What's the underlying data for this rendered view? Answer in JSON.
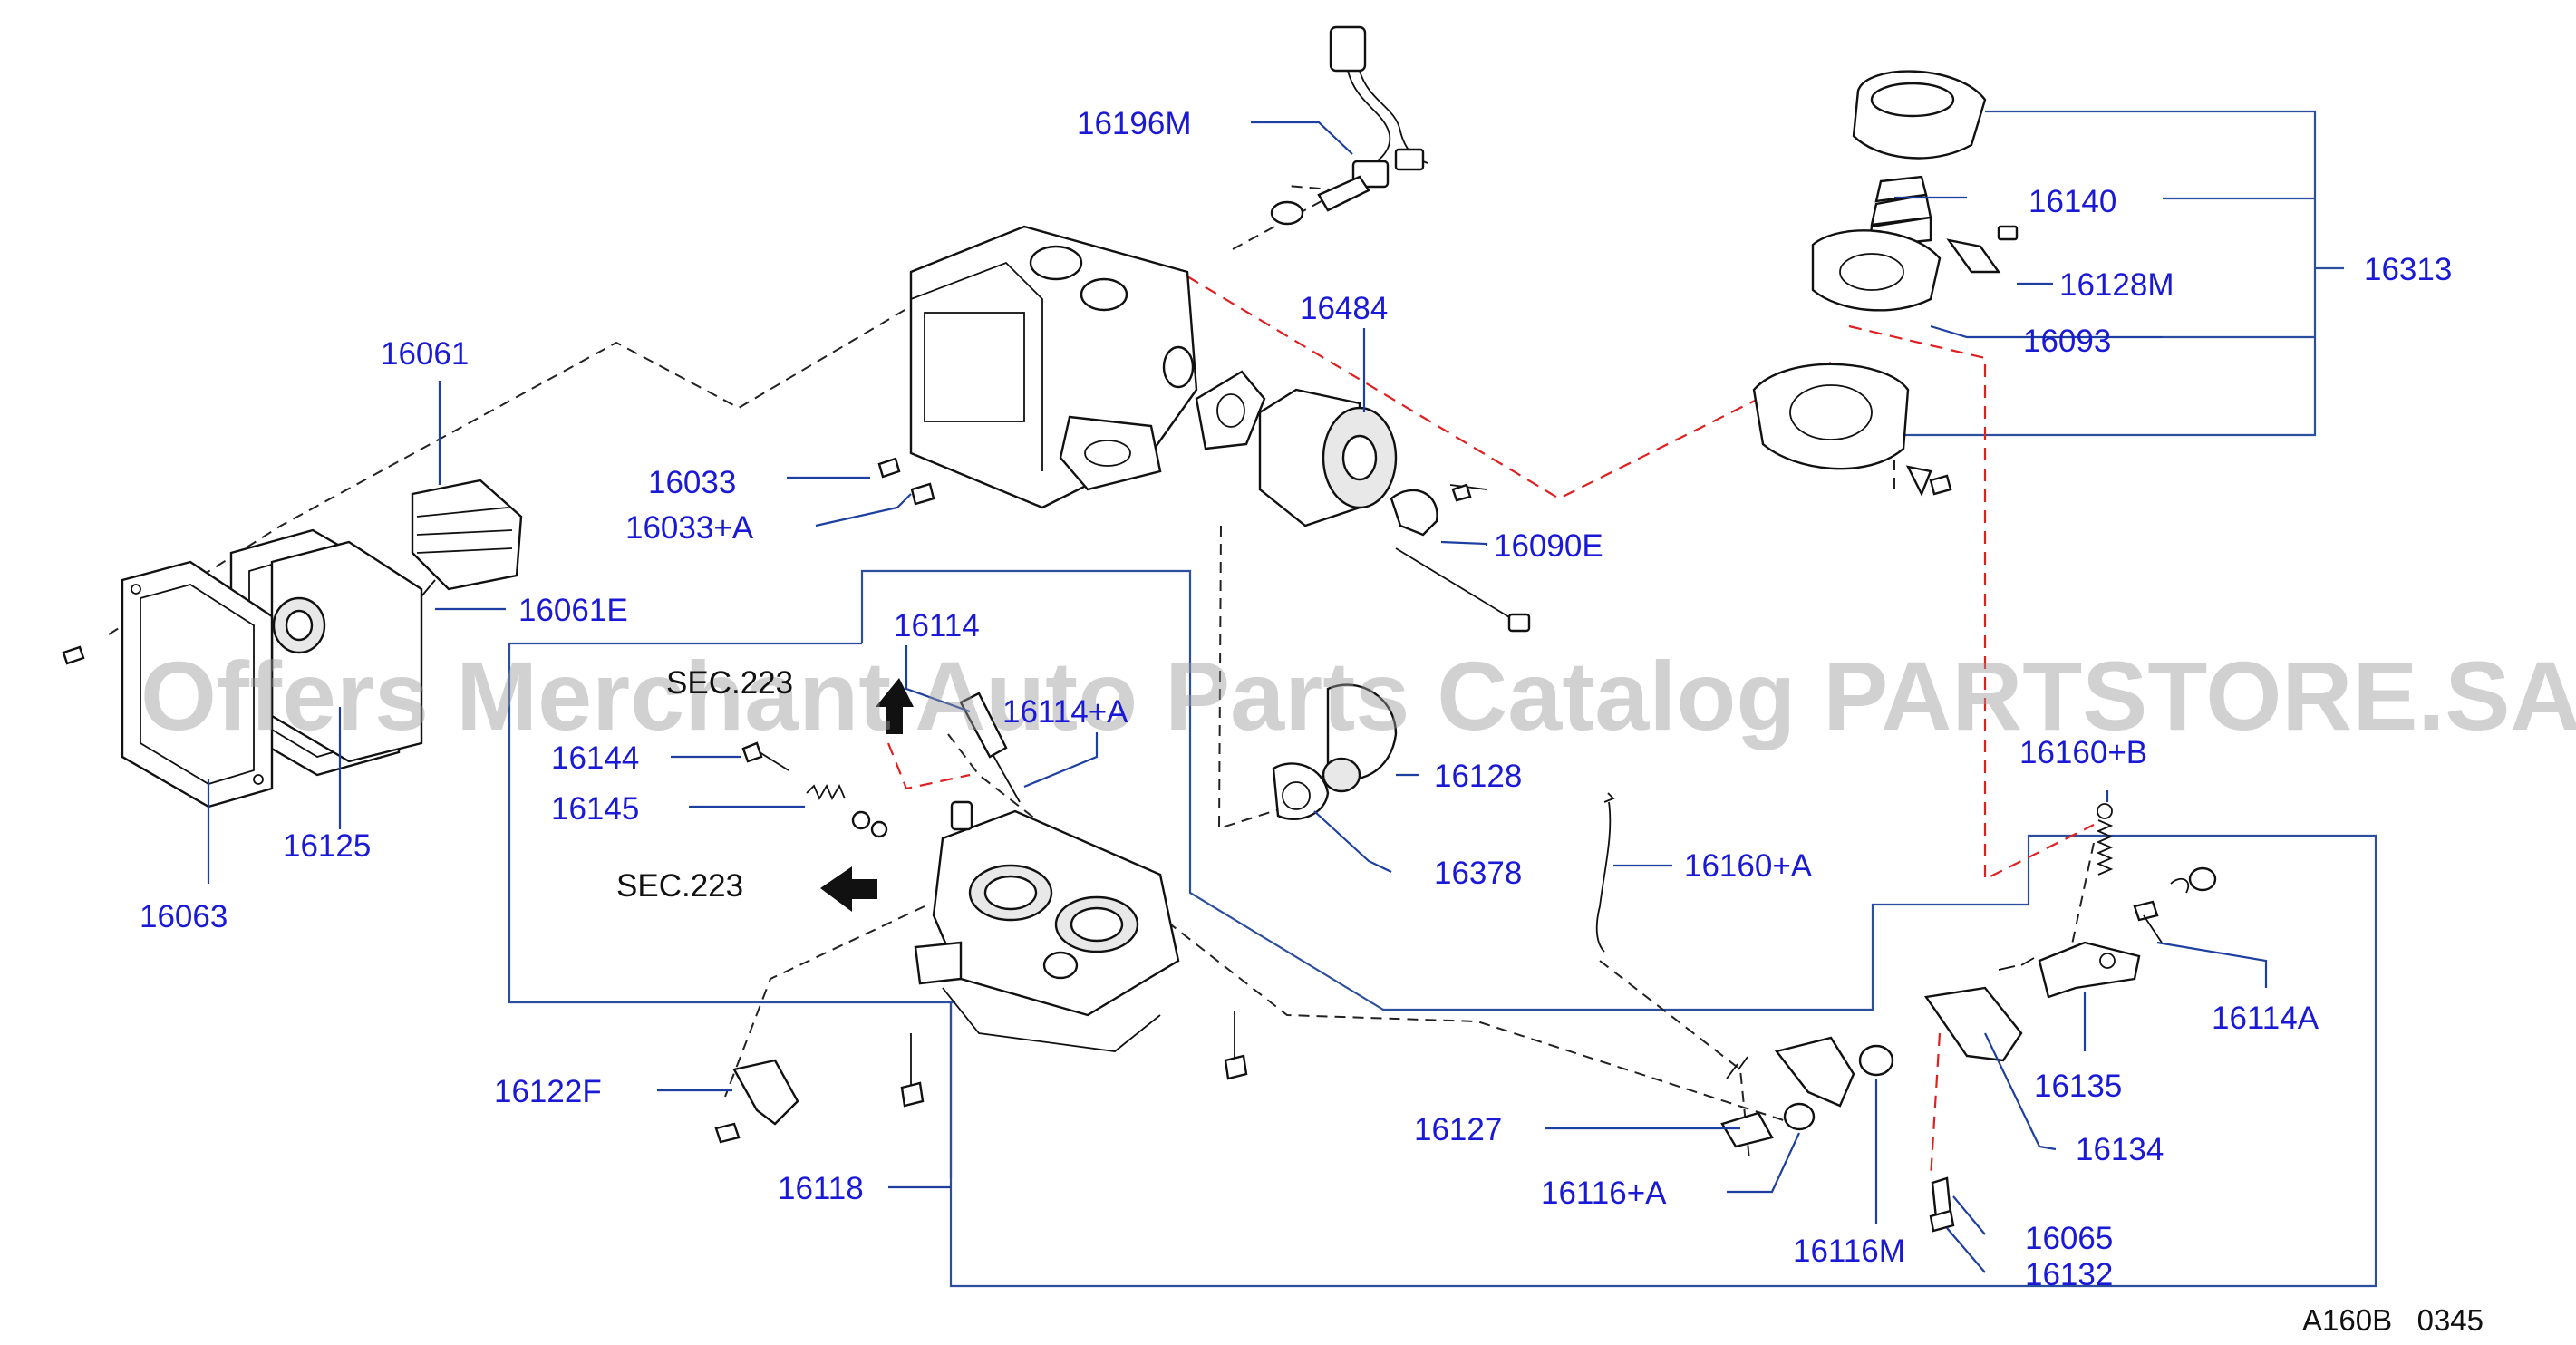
{
  "diagram": {
    "part_labels": {
      "p16196M": "16196M",
      "p16140": "16140",
      "p16313": "16313",
      "p16128M": "16128M",
      "p16093": "16093",
      "p16484": "16484",
      "p16061": "16061",
      "p16033": "16033",
      "p16033A": "16033+A",
      "p16090E": "16090E",
      "p16061E": "16061E",
      "p16114": "16114",
      "p16114A_top": "16114+A",
      "p16144": "16144",
      "p16145": "16145",
      "p16128": "16128",
      "p16378": "16378",
      "p16125": "16125",
      "p16063": "16063",
      "p16160B": "16160+B",
      "p16160A": "16160+A",
      "p16114A": "16114A",
      "p16135": "16135",
      "p16122F": "16122F",
      "p16127": "16127",
      "p16134": "16134",
      "p16116A": "16116+A",
      "p16118": "16118",
      "p16116M": "16116M",
      "p16065": "16065",
      "p16132": "16132"
    },
    "section_refs": {
      "sec_top": "SEC.223",
      "sec_mid": "SEC.223"
    },
    "watermark": "Offers Merchant Auto Parts Catalog PARTSTORE.SA",
    "figure_code": "A160B   0345"
  }
}
